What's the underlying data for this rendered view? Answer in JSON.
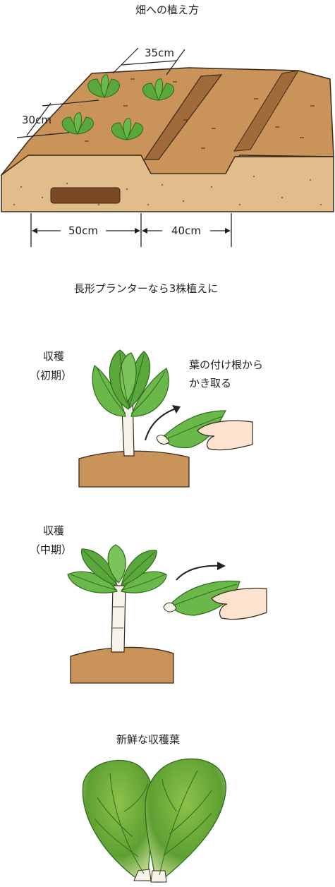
{
  "section1": {
    "title": "畑への植え方",
    "spacing_between_plants": "35cm",
    "spacing_between_rows": "30cm",
    "bed_width": "50cm",
    "aisle_width": "40cm"
  },
  "section2": {
    "title": "長形プランターなら3株植えに"
  },
  "section3": {
    "stage_label_line1": "収穫",
    "stage_label_line2": "（初期）",
    "instruction_line1": "葉の付け根から",
    "instruction_line2": "かき取る"
  },
  "section4": {
    "stage_label_line1": "収穫",
    "stage_label_line2": "（中期）"
  },
  "section5": {
    "title": "新鮮な収穫葉"
  },
  "colors": {
    "soil_top": "#c9935a",
    "soil_side": "#e0bd8a",
    "furrow": "#a06a3a",
    "leaf": "#5aa83c",
    "leaf_dark": "#2f6b1e",
    "hand": "#fbe3cf"
  }
}
